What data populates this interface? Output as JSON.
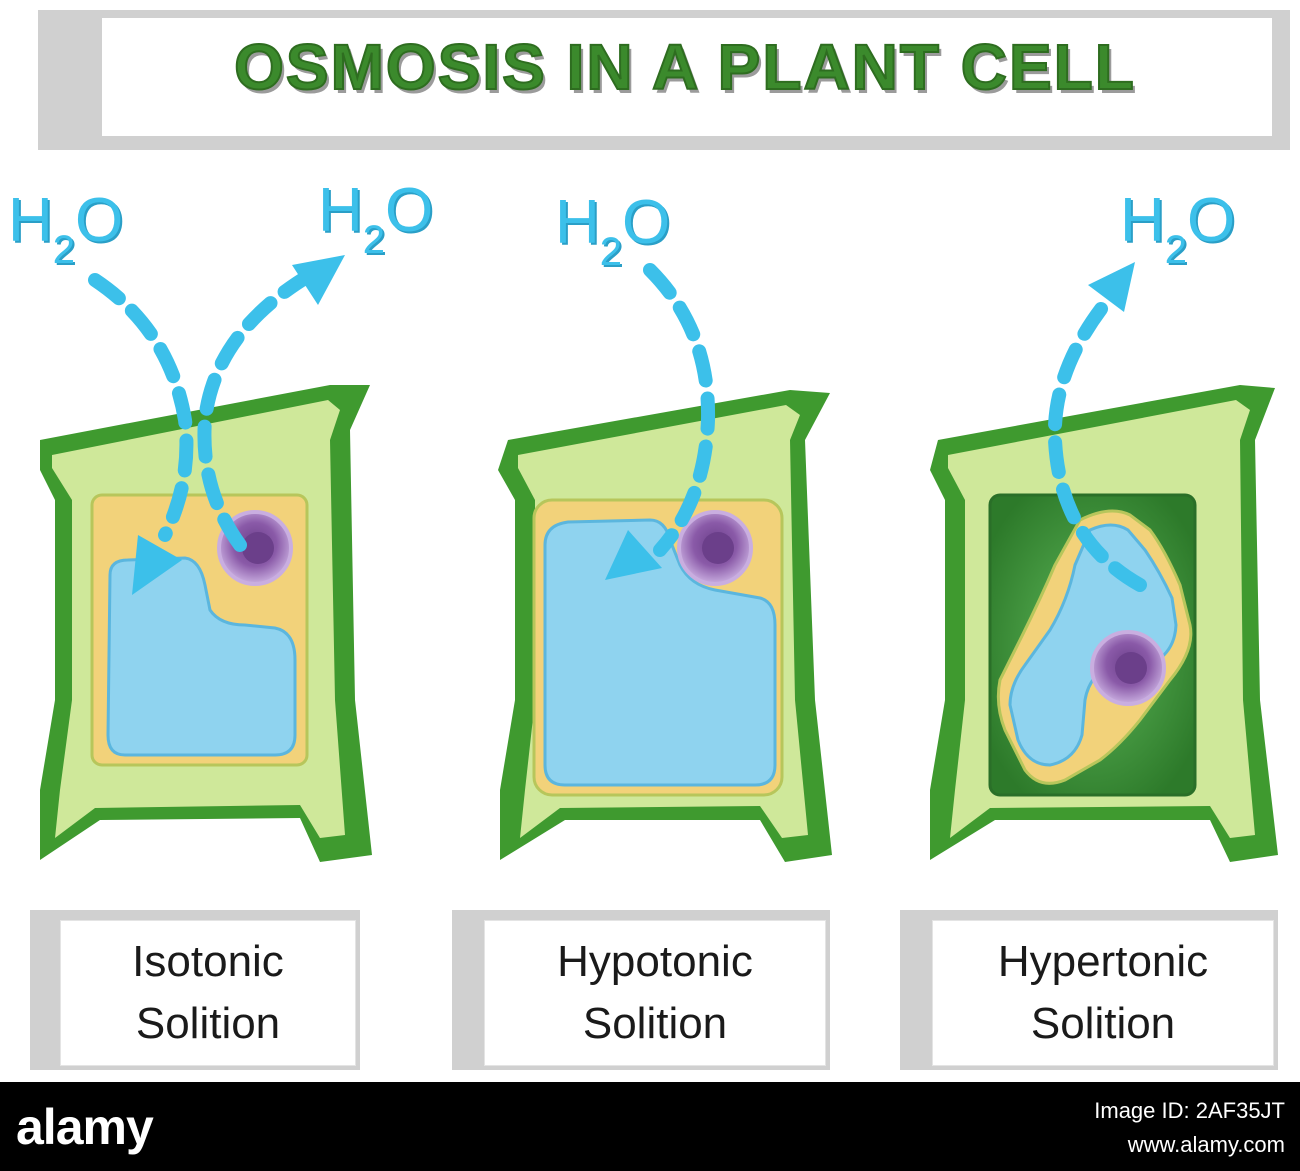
{
  "title": "OSMOSIS IN A PLANT CELL",
  "h2o": {
    "main": "H",
    "sub": "2",
    "end": "O"
  },
  "cards": [
    {
      "line1": "Isotonic",
      "line2": "Solition"
    },
    {
      "line1": "Hypotonic",
      "line2": "Solition"
    },
    {
      "line1": "Hypertonic",
      "line2": "Solition"
    }
  ],
  "footer": {
    "logo": "alamy",
    "image_id": "Image ID: 2AF35JT",
    "site": "www.alamy.com"
  },
  "colors": {
    "title_green": "#3b8a2c",
    "cell_wall": "#3f9a2f",
    "cell_wall_light": "#cfe89a",
    "cytoplasm": "#f2d27a",
    "vacuole": "#8fd3ef",
    "nucleus": "#7b4a9b",
    "water": "#3cc0ea"
  }
}
